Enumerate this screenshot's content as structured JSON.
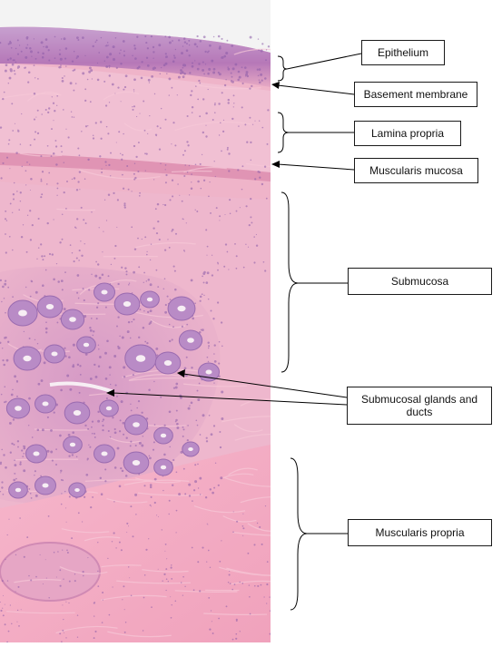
{
  "labels": {
    "epithelium": "Epithelium",
    "basement_membrane": "Basement membrane",
    "lamina_propria": "Lamina propria",
    "muscularis_mucosa": "Muscularis mucosa",
    "submucosa": "Submucosa",
    "submucosal_glands": "Submucosal glands and\nducts",
    "muscularis_propria": "Muscularis propria"
  },
  "colors": {
    "tissue_base": "#f2b8cc",
    "epithelium_dark": "#b678b8",
    "nuclei": "#8a5aa8",
    "gland": "#b98bc6",
    "gland_lumen": "#f7eef4",
    "muscle": "#f5aec4",
    "annotation_line": "#000000"
  }
}
